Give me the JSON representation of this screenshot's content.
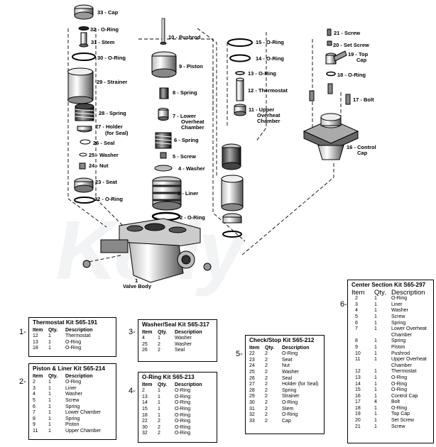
{
  "watermark": "Kelly",
  "parts": {
    "p33": "33 - Cap",
    "p32": "32 - O-Ring",
    "p31": "31 - Stem",
    "p30": "30 - O-Ring",
    "p29": "29 - Strainer",
    "p28": "28 - Spring",
    "p27a": "27 - Holder",
    "p27b": "(for Seal)",
    "p26": "26 - Seal",
    "p25": "25 - Washer",
    "p24": "24 - Nut",
    "p23": "23 - Seat",
    "p22": "22 - O-Ring",
    "p10": "10 - Pushrod",
    "p9": "9 - Piston",
    "p8": "8 - Spring",
    "p7a": "7 - Lower",
    "p7b": "Overheat",
    "p7c": "Chamber",
    "p6": "6 - Spring",
    "p5": "5 - Screw",
    "p4": "4 - Washer",
    "p3": "3 - Liner",
    "p2": "2 - O-Ring",
    "p15": "15 - O-Ring",
    "p14": "14 - O-Ring",
    "p13": "13 - O-Ring",
    "p12": "12 - Thermostat",
    "p11a": "11 - Upper",
    "p11b": "Overheat",
    "p11c": "Chamber",
    "p21": "21 - Screw",
    "p20": "20 - Set Screw",
    "p19a": "19 - Top",
    "p19b": "Cap",
    "p18": "18 - O-Ring",
    "p17": "17 - Bolt",
    "p16a": "16 - Control",
    "p16b": "Cap",
    "p1a": "1",
    "p1b": "Valve Body"
  },
  "kits": {
    "k1": {
      "num": "1-",
      "title": "Thermostat Kit S65-191",
      "hdr": [
        "Item",
        "Qty.",
        "Description"
      ],
      "rows": [
        [
          "12",
          "1",
          "Thermostat"
        ],
        [
          "13",
          "1",
          "O-Ring"
        ],
        [
          "18",
          "1",
          "O-Ring"
        ]
      ]
    },
    "k2": {
      "num": "2-",
      "title": "Piston & Liner Kit S65-214",
      "hdr": [
        "Item",
        "Qty.",
        "Description"
      ],
      "rows": [
        [
          "2",
          "1",
          "O-Ring"
        ],
        [
          "3",
          "1",
          "Liner"
        ],
        [
          "4",
          "1",
          "Washer"
        ],
        [
          "5",
          "1",
          "Screw"
        ],
        [
          "6",
          "1",
          "Spring"
        ],
        [
          "7",
          "1",
          "Lower Chamber"
        ],
        [
          "8",
          "1",
          "Spring"
        ],
        [
          "9",
          "1",
          "Piston"
        ],
        [
          "11",
          "1",
          "Upper Chamber"
        ]
      ]
    },
    "k3": {
      "num": "3-",
      "title": "Washer/Seal Kit S65-317",
      "hdr": [
        "Item",
        "Qty.",
        "Description"
      ],
      "rows": [
        [
          "4",
          "1",
          "Washer"
        ],
        [
          "25",
          "2",
          "Washer"
        ],
        [
          "26",
          "2",
          "Seal"
        ]
      ]
    },
    "k4": {
      "num": "4-",
      "title": "O-Ring Kit S65-213",
      "hdr": [
        "Item",
        "Qty.",
        "Description"
      ],
      "rows": [
        [
          "2",
          "1",
          "O-Ring"
        ],
        [
          "13",
          "1",
          "O-Ring"
        ],
        [
          "14",
          "1",
          "O-Ring"
        ],
        [
          "15",
          "1",
          "O-Ring"
        ],
        [
          "18",
          "1",
          "O-Ring"
        ],
        [
          "22",
          "2",
          "O-Ring"
        ],
        [
          "30",
          "2",
          "O-Ring"
        ],
        [
          "32",
          "2",
          "O-Ring"
        ]
      ]
    },
    "k5": {
      "num": "5-",
      "title": "Check/Stop Kit S65-212",
      "hdr": [
        "Item",
        "Qty.",
        "Description"
      ],
      "rows": [
        [
          "22",
          "2",
          "O-Ring"
        ],
        [
          "23",
          "2",
          "Seat"
        ],
        [
          "24",
          "2",
          "Nut"
        ],
        [
          "25",
          "2",
          "Washer"
        ],
        [
          "26",
          "2",
          "Seal"
        ],
        [
          "27",
          "2",
          "Holder (for Seal)"
        ],
        [
          "28",
          "2",
          "Spring"
        ],
        [
          "29",
          "2",
          "Strainer"
        ],
        [
          "30",
          "2",
          "O-Ring"
        ],
        [
          "31",
          "2",
          "Stem"
        ],
        [
          "32",
          "2",
          "O-Ring"
        ],
        [
          "33",
          "2",
          "Cap"
        ]
      ]
    },
    "k6": {
      "num": "6-",
      "title": "Center Section Kit S65-297",
      "hdr": [
        "Item",
        "Qty.",
        "Description"
      ],
      "rows": [
        [
          "2",
          "1",
          "O-Ring"
        ],
        [
          "3",
          "1",
          "Liner"
        ],
        [
          "4",
          "1",
          "Washer"
        ],
        [
          "5",
          "1",
          "Screw"
        ],
        [
          "6",
          "1",
          "Spring"
        ],
        [
          "7",
          "1",
          "Lower Overheat"
        ],
        [
          "",
          "",
          "Chamber"
        ],
        [
          "8",
          "1",
          "Spring"
        ],
        [
          "9",
          "1",
          "Piston"
        ],
        [
          "10",
          "1",
          "Pushrod"
        ],
        [
          "11",
          "1",
          "Upper Overheat"
        ],
        [
          "",
          "",
          "Chamber"
        ],
        [
          "12",
          "1",
          "Thermostat"
        ],
        [
          "13",
          "1",
          "O-Ring"
        ],
        [
          "14",
          "1",
          "O-Ring"
        ],
        [
          "15",
          "1",
          "O-Ring"
        ],
        [
          "16",
          "1",
          "Control Cap"
        ],
        [
          "17",
          "4",
          "Bolt"
        ],
        [
          "18",
          "1",
          "O-Ring"
        ],
        [
          "19",
          "1",
          "Top Cap"
        ],
        [
          "20",
          "1",
          "Set Screw"
        ],
        [
          "21",
          "1",
          "Screw"
        ]
      ]
    }
  }
}
